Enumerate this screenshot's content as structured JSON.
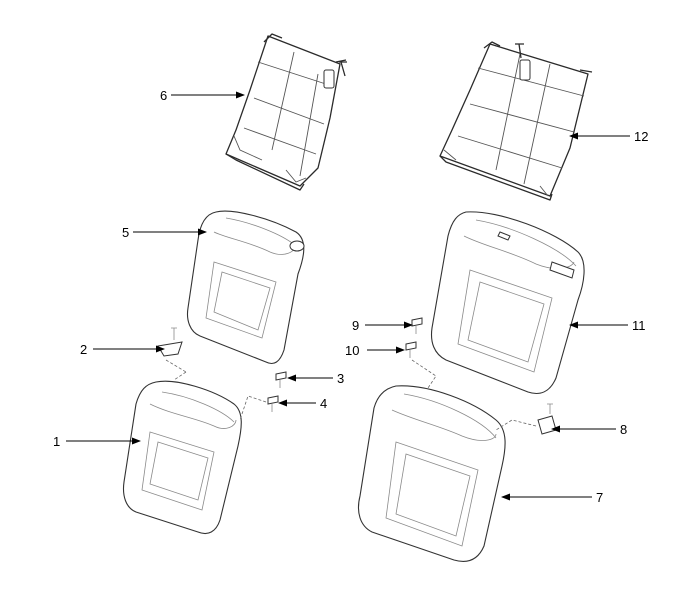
{
  "diagram": {
    "callouts": [
      {
        "id": "1",
        "label": "1"
      },
      {
        "id": "2",
        "label": "2"
      },
      {
        "id": "3",
        "label": "3"
      },
      {
        "id": "4",
        "label": "4"
      },
      {
        "id": "5",
        "label": "5"
      },
      {
        "id": "6",
        "label": "6"
      },
      {
        "id": "7",
        "label": "7"
      },
      {
        "id": "8",
        "label": "8"
      },
      {
        "id": "9",
        "label": "9"
      },
      {
        "id": "10",
        "label": "10"
      },
      {
        "id": "11",
        "label": "11"
      },
      {
        "id": "12",
        "label": "12"
      }
    ],
    "colors": {
      "line": "#333333",
      "text": "#000000",
      "background": "#ffffff"
    }
  }
}
